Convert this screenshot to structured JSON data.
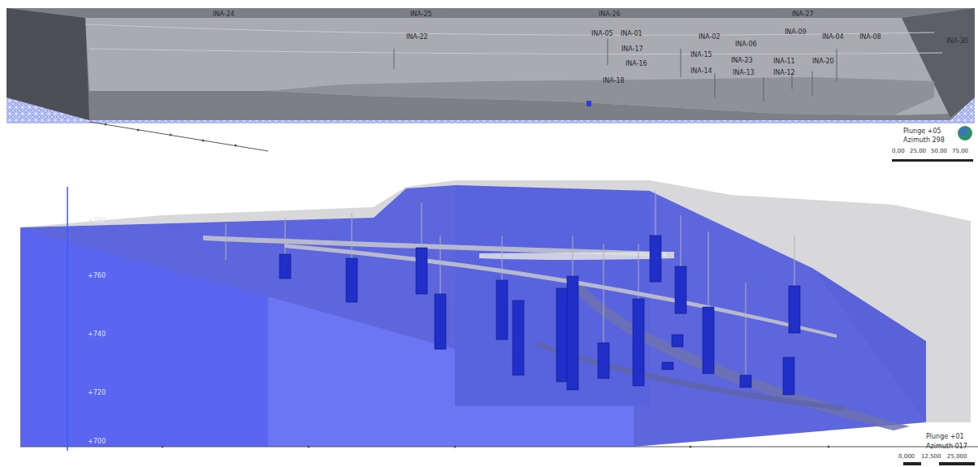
{
  "diagram": {
    "labels": [
      "INA-24",
      "INA-25",
      "INA-26",
      "INA-27",
      "INA-22",
      "INA-05",
      "INA-01",
      "INA-02",
      "INA-06",
      "INA-09",
      "INA-04",
      "INA-08",
      "INA-30",
      "INA-17",
      "INA-15",
      "INA-16",
      "INA-23",
      "INA-11",
      "INA-20",
      "INA-14",
      "INA-13",
      "INA-12",
      "INA-18",
      "Plunge +05",
      "Azimuth 298",
      "0,00",
      "25,00",
      "50,00",
      "75,00",
      "+780",
      "+760",
      "+740",
      "+720",
      "+700",
      "Plunge +01",
      "Azimuth 017",
      "0,000",
      "12,500",
      "25,000"
    ]
  }
}
